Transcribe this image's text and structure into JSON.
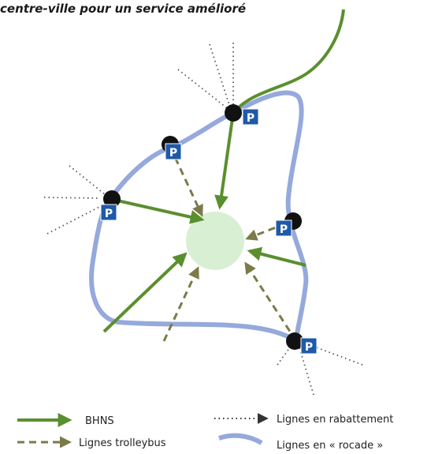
{
  "title": "centre-ville pour un service amélioré",
  "parking_label": "P",
  "legend": {
    "bhns": "BHNS",
    "trolleybus": "Lignes trolleybus",
    "rabattement": "Lignes en rabattement",
    "rocade": "Lignes en « rocade »"
  },
  "colors": {
    "bhns": "#5a8f2e",
    "trolleybus": "#7c7a48",
    "rocade": "#96a9dc",
    "rabattement": "#555555",
    "center_fill": "#d9efd4",
    "parking_bg": "#1f5aa8",
    "node": "#111111"
  }
}
